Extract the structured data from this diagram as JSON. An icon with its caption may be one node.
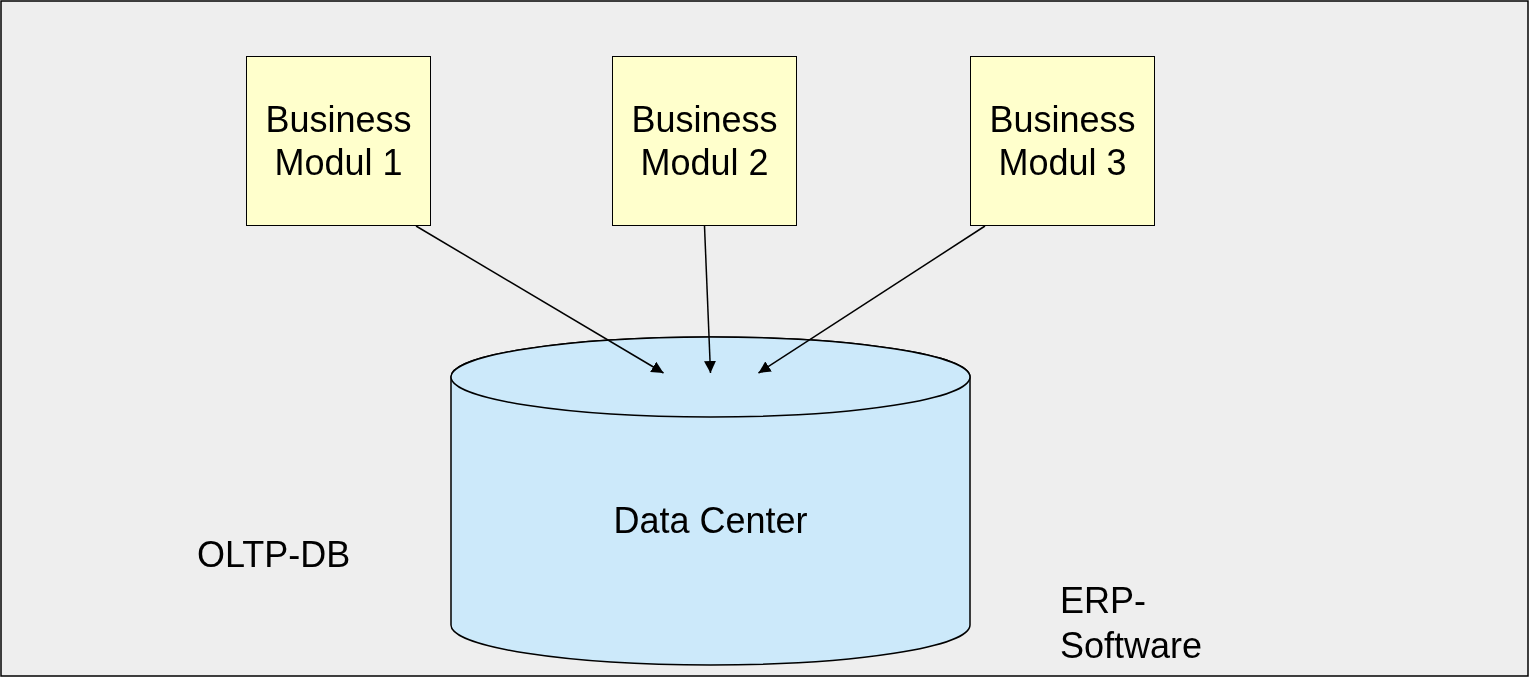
{
  "diagram": {
    "nodes": [
      {
        "text": [
          "Business Modul 1"
        ]
      },
      {
        "text": [
          "Business Modul 2"
        ]
      },
      {
        "text": [
          "Business Modul 3"
        ]
      },
      {
        "text": [
          "Data Center"
        ]
      }
    ],
    "edges": [
      {
        "from": 0,
        "to": 3,
        "arrow": "to"
      },
      {
        "from": 1,
        "to": 3,
        "arrow": "to"
      },
      {
        "from": 2,
        "to": 3,
        "arrow": "to"
      }
    ],
    "labels": [
      "OLTP-DB",
      "ERP-Software"
    ]
  }
}
